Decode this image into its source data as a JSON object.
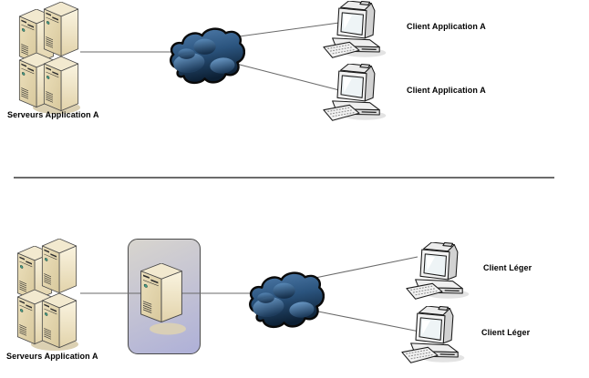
{
  "diagram": {
    "top_section": {
      "servers": {
        "label": "Serveurs Application A",
        "icon": "server-stack"
      },
      "network": {
        "icon": "network-cloud"
      },
      "clients": [
        {
          "label": "Client Application A",
          "icon": "desktop-computer"
        },
        {
          "label": "Client Application A",
          "icon": "desktop-computer"
        }
      ]
    },
    "bottom_section": {
      "servers": {
        "label": "Serveurs Application A",
        "icon": "server-stack"
      },
      "gateway": {
        "icon": "server-tower",
        "container": "rounded-gradient-box"
      },
      "network": {
        "icon": "network-cloud"
      },
      "clients": [
        {
          "label": "Client Léger",
          "icon": "desktop-computer"
        },
        {
          "label": "Client Léger",
          "icon": "desktop-computer"
        }
      ]
    },
    "colors": {
      "server_beige": "#e9dcba",
      "cloud_dark": "#0c1f33",
      "cloud_light": "#527fae",
      "box_gradient_start": "#d8d5ce",
      "box_gradient_end": "#aeb0d8",
      "connector": "#6a6a6a",
      "divider": "#3a3a3a",
      "label_color": "#000000"
    }
  }
}
